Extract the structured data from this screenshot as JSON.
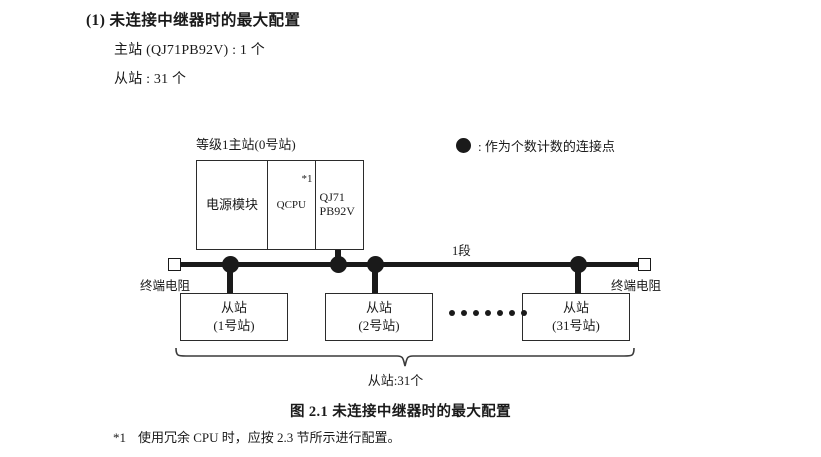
{
  "heading": {
    "number": "(1)",
    "title": "未连接中继器时的最大配置",
    "full_title": "(1) 未连接中继器时的最大配置",
    "lines": [
      "主站 (QJ71PB92V) : 1 个",
      "从站 : 31 个"
    ]
  },
  "legend": {
    "symbol": "filled-circle",
    "text": ": 作为个数计数的连接点"
  },
  "diagram": {
    "master": {
      "label": "等级1主站(0号站)",
      "cells": [
        {
          "name": "power-module",
          "text": "电源模块"
        },
        {
          "name": "cpu-module",
          "text": "QCPU",
          "footnote_mark": "*1"
        },
        {
          "name": "network-module",
          "line1": "QJ71",
          "line2": "PB92V"
        }
      ]
    },
    "bus": {
      "segment_label": "1段",
      "terminator_left": "终端电阻",
      "terminator_right": "终端电阻",
      "connection_dots": 4
    },
    "slaves": [
      {
        "line1": "从站",
        "line2": "(1号站)"
      },
      {
        "line1": "从站",
        "line2": "(2号站)"
      },
      {
        "line1": "从站",
        "line2": "(31号站)"
      }
    ],
    "ellipsis_dots": 7,
    "brace_caption": "从站:31个"
  },
  "figure": {
    "caption": "图 2.1  未连接中继器时的最大配置"
  },
  "footnote": {
    "mark": "*1",
    "text": "使用冗余 CPU 时，应按 2.3 节所示进行配置。"
  },
  "colors": {
    "ink": "#1a1a1a",
    "stroke": "#2b2b2b",
    "background": "#ffffff"
  }
}
